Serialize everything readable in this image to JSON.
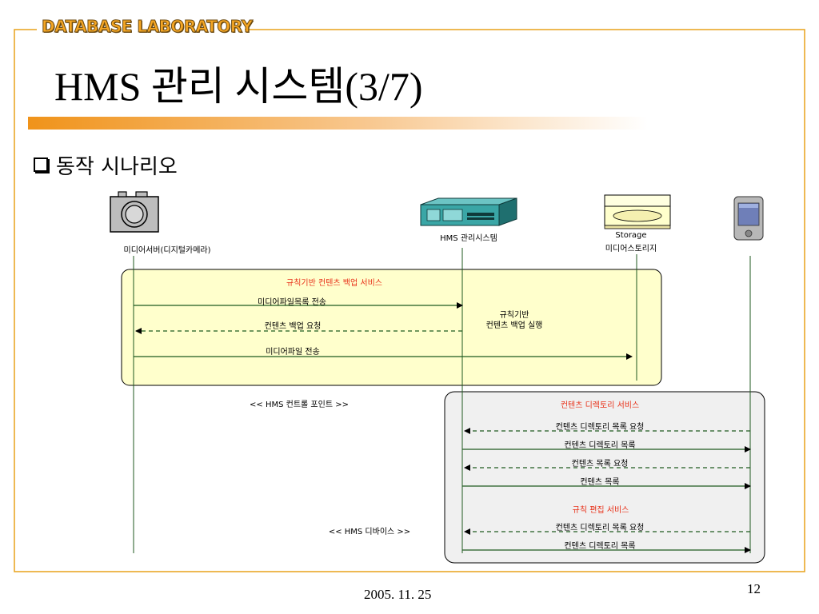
{
  "brand": "DATABASE LABORATORY",
  "title": "HMS 관리 시스템(3/7)",
  "subtitle": "동작 시나리오",
  "actors": {
    "camera": "미디어서버(디지털카메라)",
    "hms": "HMS 관리시스템",
    "storage_line1": "Storage",
    "storage_line2": "미디어스토리지"
  },
  "group1": {
    "title": "규칙기반 컨텐츠 백업 서비스",
    "msg1": "미디어파일목록 전송",
    "msg2": "컨텐츠 백업 요청",
    "msg3": "미디어파일 전송",
    "note_line1": "규칙기반",
    "note_line2": "컨텐츠 백업 실행",
    "caption": "<< HMS 컨트롤 포인트 >>"
  },
  "group2": {
    "title": "컨텐츠 디렉토리 서비스",
    "msg1": "컨텐츠 디렉토리 목록 요청",
    "msg2": "컨텐츠 디렉토리 목록",
    "msg3": "컨텐츠 목록 요청",
    "msg4": "컨텐츠 목록",
    "sub_title": "규칙 편집 서비스",
    "msg5": "컨텐츠 디렉토리 목록 요청",
    "msg6": "컨텐츠 디렉토리 목록",
    "caption": "<< HMS 디바이스 >>"
  },
  "footer": {
    "date": "2005. 11. 25",
    "page": "12"
  },
  "colors": {
    "frame": "#e8a21a",
    "accent_bar": "#f0931a",
    "group1_fill": "#ffffcc",
    "group2_fill": "#f0f0f0",
    "highlight_text": "#e8321a",
    "arrow_line": "#1f5a1f"
  }
}
